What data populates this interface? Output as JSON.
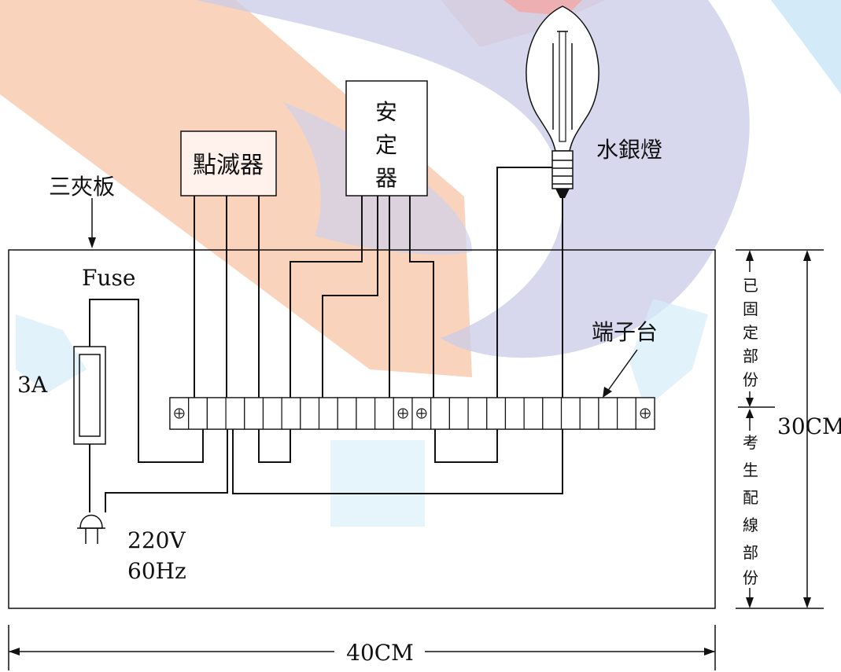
{
  "labels": {
    "flasher": "點滅器",
    "ballast": [
      "安",
      "定",
      "器"
    ],
    "lamp": "水銀燈",
    "plywood": "三夾板",
    "fuse": "Fuse",
    "fuse_rating": "3A",
    "terminal_block": "端子台",
    "supply_voltage": "220V",
    "supply_freq": "60Hz",
    "fixed_part": [
      "已",
      "固",
      "定",
      "部",
      "份"
    ],
    "wiring_part": [
      "考",
      "生",
      "配",
      "線",
      "部",
      "份"
    ],
    "height": "30CM",
    "width": "40CM"
  },
  "colors": {
    "watermark_orange": "#f6b28f",
    "watermark_blue": "#c9cbe8",
    "watermark_cyan": "#c8e6f8",
    "watermark_red": "#f2a6a6",
    "flasher_box": "#fff1ec"
  },
  "terminal_block": {
    "positions": 26
  }
}
